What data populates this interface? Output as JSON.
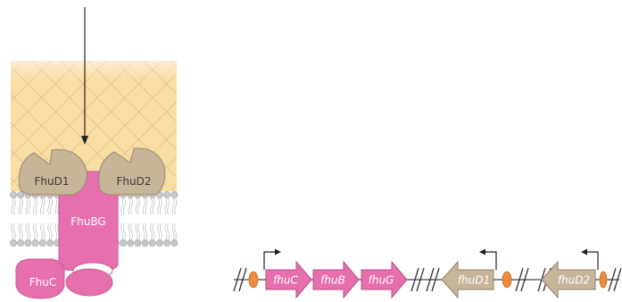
{
  "membrane_diagram": {
    "proteins": {
      "fhud1": "FhuD1",
      "fhud2": "FhuD2",
      "fhubg": "FhuBG",
      "fhuc": "FhuC"
    }
  },
  "operon_diagram": {
    "genes": {
      "fhuc": "fhuC",
      "fhub": "fhuB",
      "fhug": "fhuG",
      "fhud1": "fhuD1",
      "fhud2": "fhuD2"
    }
  },
  "colors": {
    "cell_wall": "#f9dea3",
    "lipoprotein": "#c7b59a",
    "transporter": "#e86fae",
    "promoter_box": "#f08a3c",
    "lipid_head": "#c8c8c8"
  }
}
